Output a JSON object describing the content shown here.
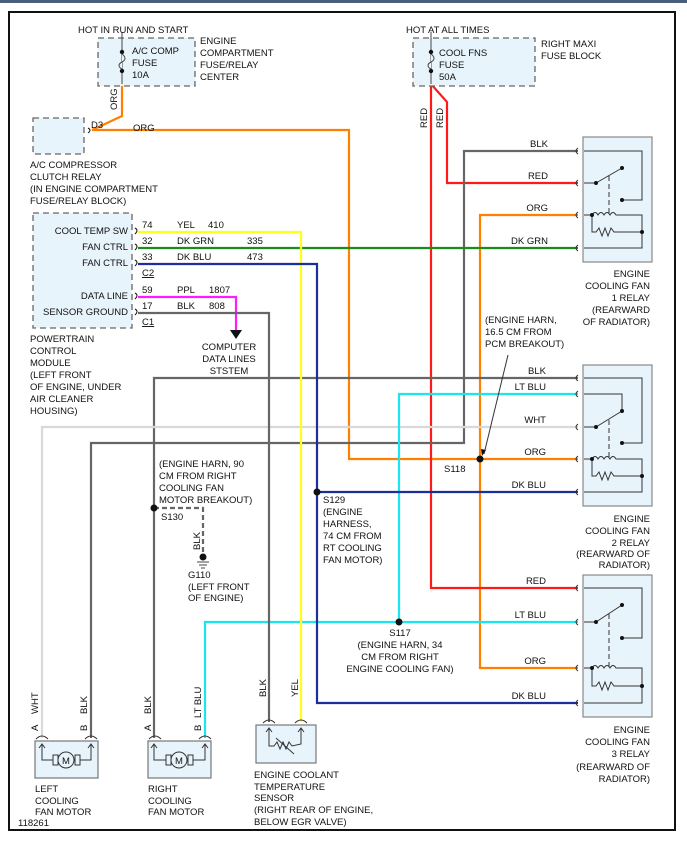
{
  "diagram_id": "118261",
  "colors": {
    "ORG": "#ff8000",
    "RED": "#ff1a1a",
    "BLK": "#666666",
    "DK GRN": "#1a8c1a",
    "DK BLU": "#1a2f9a",
    "YEL": "#ffff1a",
    "PPL": "#ff1aff",
    "LT BLU": "#1ae6f0",
    "WHT": "#d9d9d9",
    "box_fill": "#e8f4fc",
    "box_stroke": "#666666"
  },
  "top_left": {
    "hot_label": "HOT IN RUN AND START",
    "fuse_lines": [
      "A/C COMP",
      "FUSE",
      "10A"
    ],
    "center_label": [
      "ENGINE",
      "COMPARTMENT",
      "FUSE/RELAY",
      "CENTER"
    ],
    "wire_org_vertical": "ORG",
    "relay_pin": "D3",
    "wire_org_horizontal": "ORG",
    "relay_label": [
      "A/C COMPRESSOR",
      "CLUTCH RELAY",
      "(IN ENGINE COMPARTMENT",
      "FUSE/RELAY BLOCK)"
    ]
  },
  "top_right": {
    "hot_label": "HOT AT ALL TIMES",
    "fuse_lines": [
      "COOL FNS",
      "FUSE",
      "50A"
    ],
    "block_label": [
      "RIGHT MAXI",
      "FUSE BLOCK"
    ],
    "wire_left": "RED",
    "wire_right": "RED"
  },
  "pcm": {
    "pins": [
      {
        "name": "COOL TEMP SW",
        "pin": "74",
        "color": "YEL",
        "circuit": "410"
      },
      {
        "name": "FAN CTRL",
        "pin": "32",
        "color": "DK GRN",
        "circuit": "335"
      },
      {
        "name": "FAN CTRL",
        "pin": "33",
        "color": "DK BLU",
        "circuit": "473"
      },
      {
        "name": "DATA LINE",
        "pin": "59",
        "color": "PPL",
        "circuit": "1807"
      },
      {
        "name": "SENSOR GROUND",
        "pin": "17",
        "color": "BLK",
        "circuit": "808"
      }
    ],
    "connector_c2": "C2",
    "connector_c1": "C1",
    "label": [
      "POWERTRAIN",
      "CONTROL",
      "MODULE",
      "(LEFT FRONT",
      "OF ENGINE, UNDER",
      "AIR CLEANER",
      "HOUSING)"
    ],
    "data_lines_label": [
      "COMPUTER",
      "DATA LINES",
      "STSTEM"
    ]
  },
  "relay1": {
    "wires": [
      "BLK",
      "RED",
      "ORG",
      "DK GRN"
    ],
    "label": [
      "ENGINE",
      "COOLING FAN",
      "1 RELAY",
      "(REARWARD",
      "OF RADIATOR)"
    ]
  },
  "relay2": {
    "wires": [
      "BLK",
      "LT BLU",
      "WHT",
      "ORG",
      "DK BLU"
    ],
    "label": [
      "ENGINE",
      "COOLING FAN",
      "2 RELAY",
      "(REARWARD OF",
      "RADIATOR)"
    ]
  },
  "relay3": {
    "wires": [
      "RED",
      "LT BLU",
      "ORG",
      "DK BLU"
    ],
    "label": [
      "ENGINE",
      "COOLING FAN",
      "3 RELAY",
      "(REARWARD OF",
      "RADIATOR)"
    ]
  },
  "splices": {
    "s118": {
      "id": "S118",
      "note": [
        "(ENGINE HARN,",
        "16.5 CM FROM",
        "PCM BREAKOUT)"
      ]
    },
    "s129": {
      "id": "S129",
      "note": [
        "(ENGINE",
        "HARNESS,",
        "74 CM FROM",
        "RT COOLING",
        "FAN MOTOR)"
      ]
    },
    "s130": {
      "id": "S130",
      "note": [
        "(ENGINE HARN, 90",
        "CM FROM RIGHT",
        "COOLING FAN",
        "MOTOR BREAKOUT)"
      ]
    },
    "s117": {
      "id": "S117",
      "note": [
        "(ENGINE HARN, 34",
        "CM FROM RIGHT",
        "ENGINE COOLING FAN)"
      ]
    }
  },
  "ground": {
    "wire": "BLK",
    "id": "G110",
    "note": [
      "(LEFT FRONT",
      "OF ENGINE)"
    ]
  },
  "left_motor": {
    "pin_a": "A",
    "wire_a": "WHT",
    "pin_b": "B",
    "wire_b": "BLK",
    "symbol": "M",
    "label": [
      "LEFT",
      "COOLING",
      "FAN MOTOR"
    ]
  },
  "right_motor": {
    "pin_a": "A",
    "wire_a": "BLK",
    "pin_b": "B",
    "wire_b": "LT BLU",
    "symbol": "M",
    "label": [
      "RIGHT",
      "COOLING",
      "FAN MOTOR"
    ]
  },
  "ect_sensor": {
    "wire_1": "BLK",
    "wire_2": "YEL",
    "label": [
      "ENGINE COOLANT",
      "TEMPERATURE",
      "SENSOR",
      "(RIGHT REAR OF ENGINE,",
      "BELOW EGR VALVE)"
    ]
  }
}
